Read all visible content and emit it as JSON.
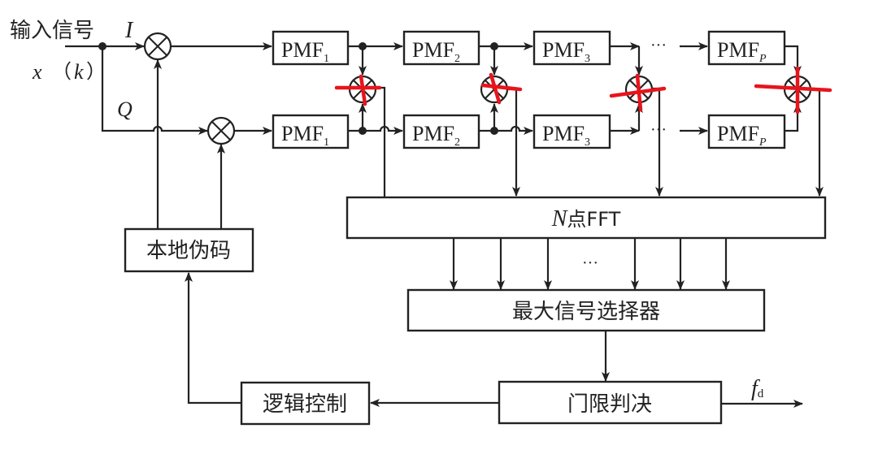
{
  "diagram": {
    "input_label": "输入信号",
    "input_I": "I",
    "input_signal": "x（k）",
    "input_x": "x",
    "input_k": "k",
    "branch_Q": "Q",
    "pmf_prefix": "PMF",
    "pmf_subscripts": [
      "1",
      "2",
      "3",
      "P"
    ],
    "ellipsis": "···",
    "fft_N": "N",
    "fft_label": "点FFT",
    "local_code": "本地伪码",
    "max_selector": "最大信号选择器",
    "threshold": "门限判决",
    "logic_control": "逻辑控制",
    "output_f": "f",
    "output_sub": "d",
    "annotation_color": "#e8141c",
    "line_color": "#222222"
  }
}
